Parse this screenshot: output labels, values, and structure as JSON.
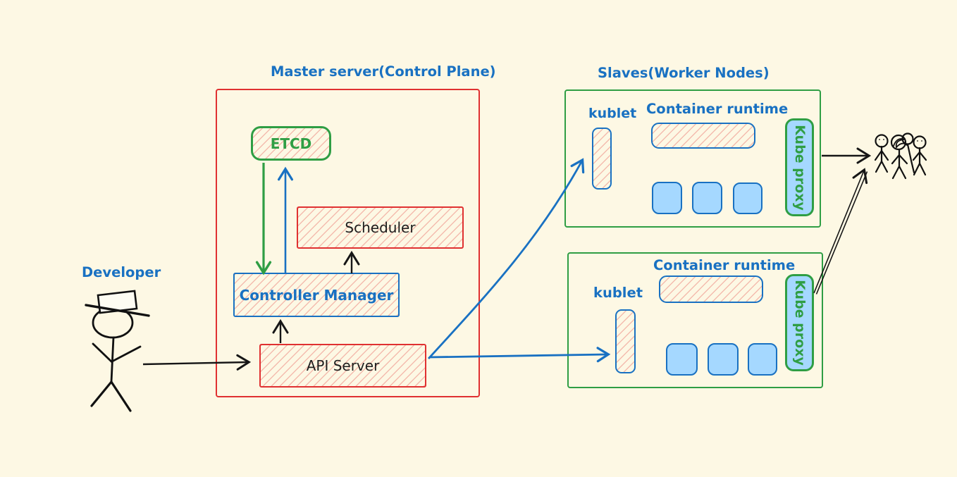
{
  "colors": {
    "background": "#fdf8e4",
    "blue": "#1971c2",
    "red": "#e03131",
    "green": "#2f9e44",
    "pod_fill": "#a5d8ff",
    "text_dark": "#1e1e1e"
  },
  "master": {
    "title": "Master server(Control Plane)",
    "etcd_label": "ETCD",
    "scheduler_label": "Scheduler",
    "controller_manager_label": "Controller Manager",
    "api_server_label": "API Server"
  },
  "workers": {
    "title": "Slaves(Worker Nodes)",
    "node1": {
      "kublet_label": "kublet",
      "container_runtime_label": "Container runtime",
      "kube_proxy_label": "Kube proxy",
      "pod_count": 3
    },
    "node2": {
      "kublet_label": "kublet",
      "container_runtime_label": "Container runtime",
      "kube_proxy_label": "Kube proxy",
      "pod_count": 3
    }
  },
  "developer": {
    "label": "Developer"
  },
  "icons": {
    "developer": "stick-figure-with-hat-icon",
    "users": "stick-figure-group-icon"
  }
}
